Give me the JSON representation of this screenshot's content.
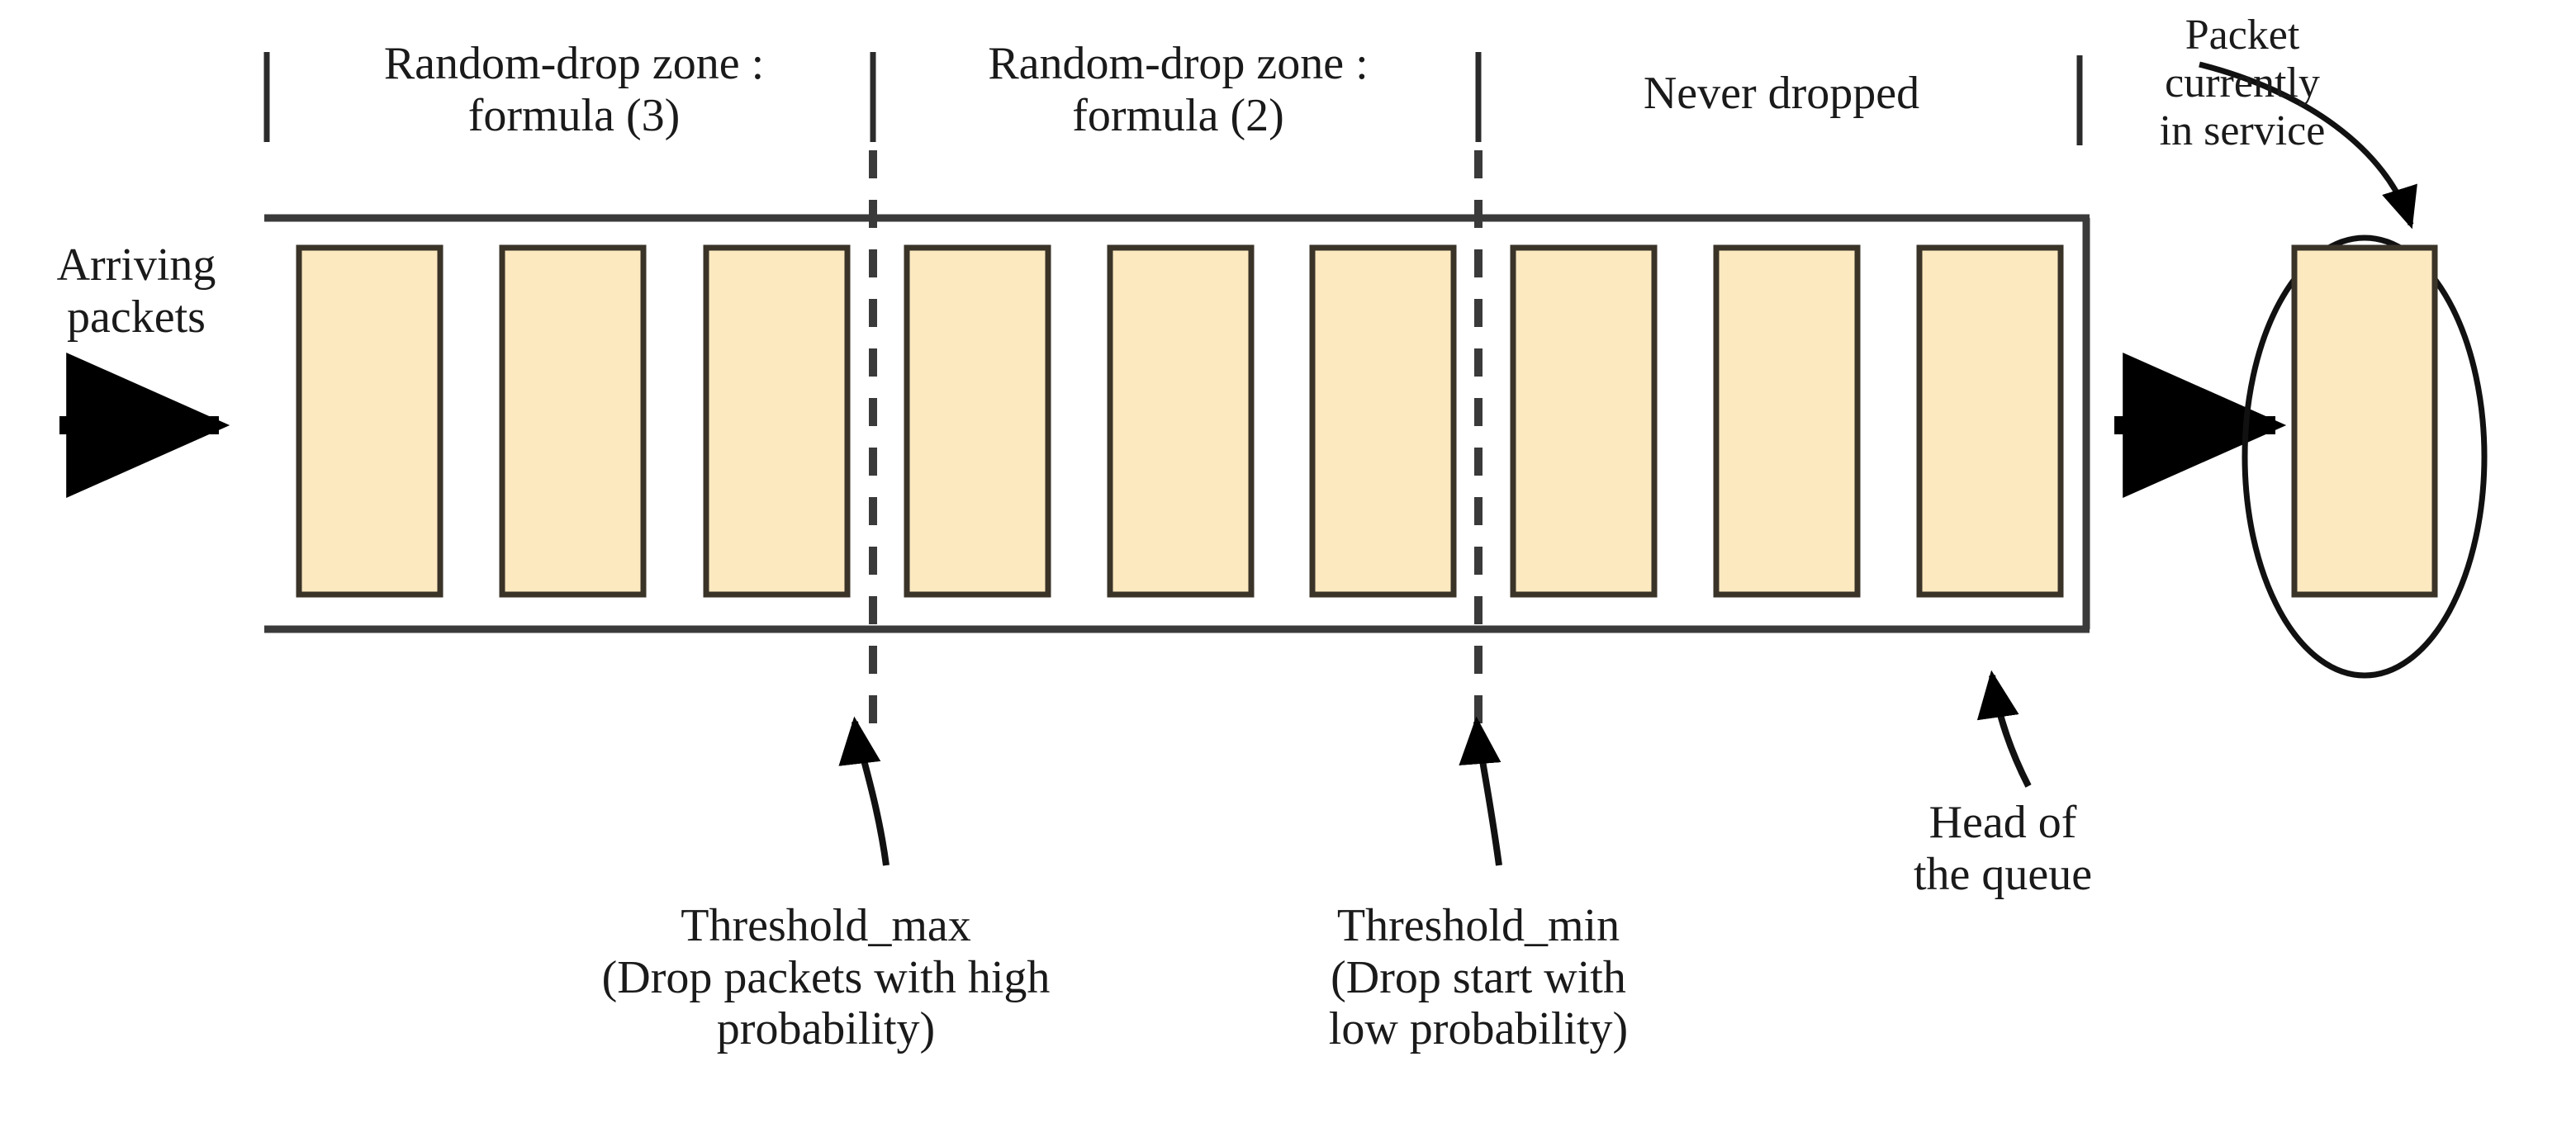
{
  "diagram": {
    "title": "RED queue packet-drop zones",
    "colors": {
      "packet_fill": "#fce9c0",
      "packet_stroke": "#3a3328",
      "line": "#3a3a3a",
      "text": "#1a1a1a",
      "background": "#ffffff"
    },
    "zones": [
      {
        "id": "zone-random-drop-3",
        "label": "Random-drop zone :\nformula (3)"
      },
      {
        "id": "zone-random-drop-2",
        "label": "Random-drop zone :\nformula (2)"
      },
      {
        "id": "zone-never-dropped",
        "label": "Never dropped"
      },
      {
        "id": "zone-packet-in-service",
        "label": "Packet\ncurrently\nin service"
      }
    ],
    "arriving": {
      "label": "Arriving\npackets"
    },
    "thresholds": [
      {
        "id": "threshold-max",
        "label": "Threshold_max\n(Drop packets with high\nprobability)"
      },
      {
        "id": "threshold-min",
        "label": "Threshold_min\n(Drop start with\nlow probability)"
      }
    ],
    "head_of_queue": {
      "label": "Head of\nthe queue"
    },
    "queue": {
      "packet_count": 9,
      "packets": [
        {
          "index": 1,
          "zone": "zone-random-drop-3"
        },
        {
          "index": 2,
          "zone": "zone-random-drop-3"
        },
        {
          "index": 3,
          "zone": "zone-random-drop-3"
        },
        {
          "index": 4,
          "zone": "zone-random-drop-2"
        },
        {
          "index": 5,
          "zone": "zone-random-drop-2"
        },
        {
          "index": 6,
          "zone": "zone-random-drop-2"
        },
        {
          "index": 7,
          "zone": "zone-never-dropped"
        },
        {
          "index": 8,
          "zone": "zone-never-dropped"
        },
        {
          "index": 9,
          "zone": "zone-never-dropped"
        }
      ],
      "service_packet": {
        "index": 10,
        "zone": "zone-packet-in-service"
      }
    }
  }
}
